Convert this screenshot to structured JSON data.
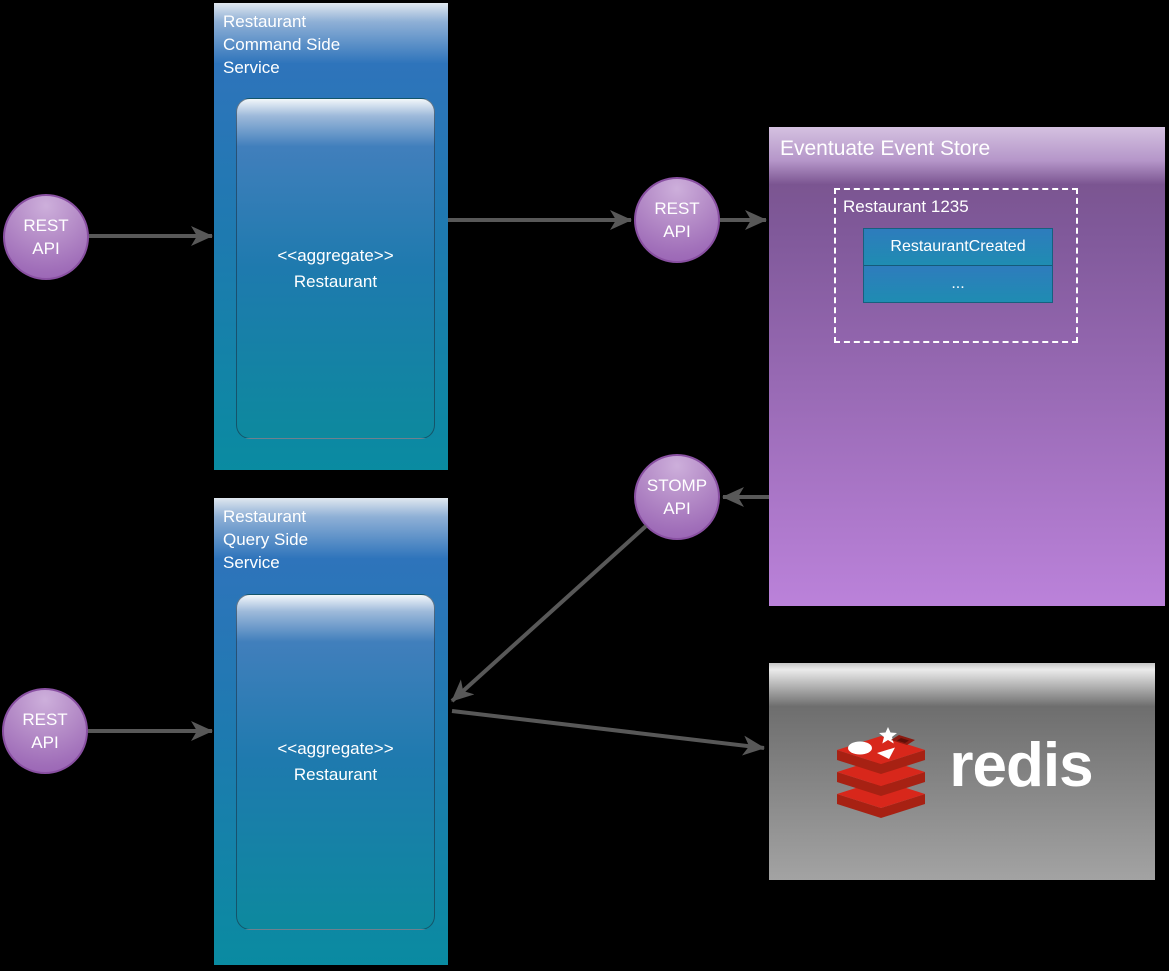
{
  "canvas": {
    "background": "#000000"
  },
  "services": {
    "command": {
      "title": "Restaurant\nCommand Side\nService",
      "aggregate": "<<aggregate>>\nRestaurant"
    },
    "query": {
      "title": "Restaurant\nQuery Side\nService",
      "aggregate": "<<aggregate>>\nRestaurant"
    }
  },
  "api_nodes": {
    "rest_command_client": {
      "line1": "REST",
      "line2": "API"
    },
    "rest_command_store": {
      "line1": "REST",
      "line2": "API"
    },
    "stomp_query": {
      "line1": "STOMP",
      "line2": "API"
    },
    "rest_query_client": {
      "line1": "REST",
      "line2": "API"
    }
  },
  "event_store": {
    "title": "Eventuate Event Store",
    "stream": {
      "title": "Restaurant 1235",
      "events": [
        "RestaurantCreated",
        "..."
      ]
    }
  },
  "redis": {
    "label": "redis"
  },
  "connections": [
    {
      "from": "rest-api-command-client",
      "to": "restaurant-command-side-service"
    },
    {
      "from": "restaurant-command-side-service",
      "to": "rest-api-event-store"
    },
    {
      "from": "rest-api-event-store",
      "to": "eventuate-event-store"
    },
    {
      "from": "eventuate-event-store",
      "to": "stomp-api"
    },
    {
      "from": "stomp-api",
      "to": "restaurant-query-side-service"
    },
    {
      "from": "rest-api-query-client",
      "to": "restaurant-query-side-service"
    },
    {
      "from": "restaurant-query-side-service",
      "to": "redis"
    }
  ],
  "colors": {
    "arrow": "#585858",
    "service_blue_top": "#2e74bb",
    "service_teal_bottom": "#0a8ba1",
    "api_purple": "#9760b3",
    "event_store_purple": "#bb82da",
    "event_row_blue": "#2e7cbd",
    "redis_red": "#d8271b",
    "redis_gray": "#858585"
  }
}
